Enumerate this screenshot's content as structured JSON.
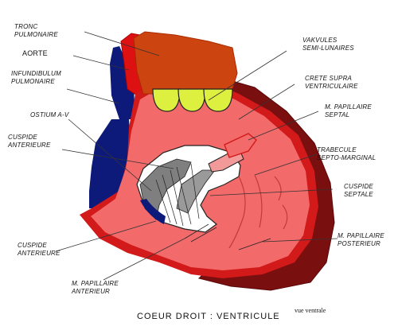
{
  "diagram": {
    "caption": "COEUR DROIT : VENTRICULE",
    "view_note": "vue ventrale",
    "labels": {
      "tronc_pulmonaire": [
        "TRONC",
        "PULMONAIRE"
      ],
      "aorte": [
        "AORTE"
      ],
      "infundibulum": [
        "INFUNDIBULUM",
        "PULMONAIRE"
      ],
      "ostium": [
        "OSTIUM A-V"
      ],
      "cuspide_anterieure_top": [
        "CUSPIDE",
        "ANTERIEURE"
      ],
      "cuspide_anterieure_bottom": [
        "CUSPIDE",
        "ANTERIEURE"
      ],
      "papillaire_anterieur": [
        "M. PAPILLAIRE",
        "ANTERIEUR"
      ],
      "valvules": [
        "VAKVULES",
        "SEMI-LUNAIRES"
      ],
      "crete": [
        "CRETE SUPRA",
        "VENTRICULAIRE"
      ],
      "papillaire_septal": [
        "M. PAPILLAIRE",
        "SEPTAL"
      ],
      "trabecule": [
        "TRABECULE",
        "SEPTO-MARGINAL"
      ],
      "cuspide_septale": [
        "CUSPIDE",
        "SEPTALE"
      ],
      "papillaire_posterieur": [
        "M. PAPILLAIRE",
        "POSTERIEUR"
      ]
    },
    "colors": {
      "myocardium": "#f26a6a",
      "myocardium_outline": "#d21a1a",
      "pulmonary_trunk": "#cc4410",
      "aorta": "#dd1111",
      "vena_blue": "#0d1a7a",
      "outer_wall_dark": "#7a0f0f",
      "valve_cusps": "#ddf040",
      "cavity_gray": "#7f7f7f"
    }
  }
}
